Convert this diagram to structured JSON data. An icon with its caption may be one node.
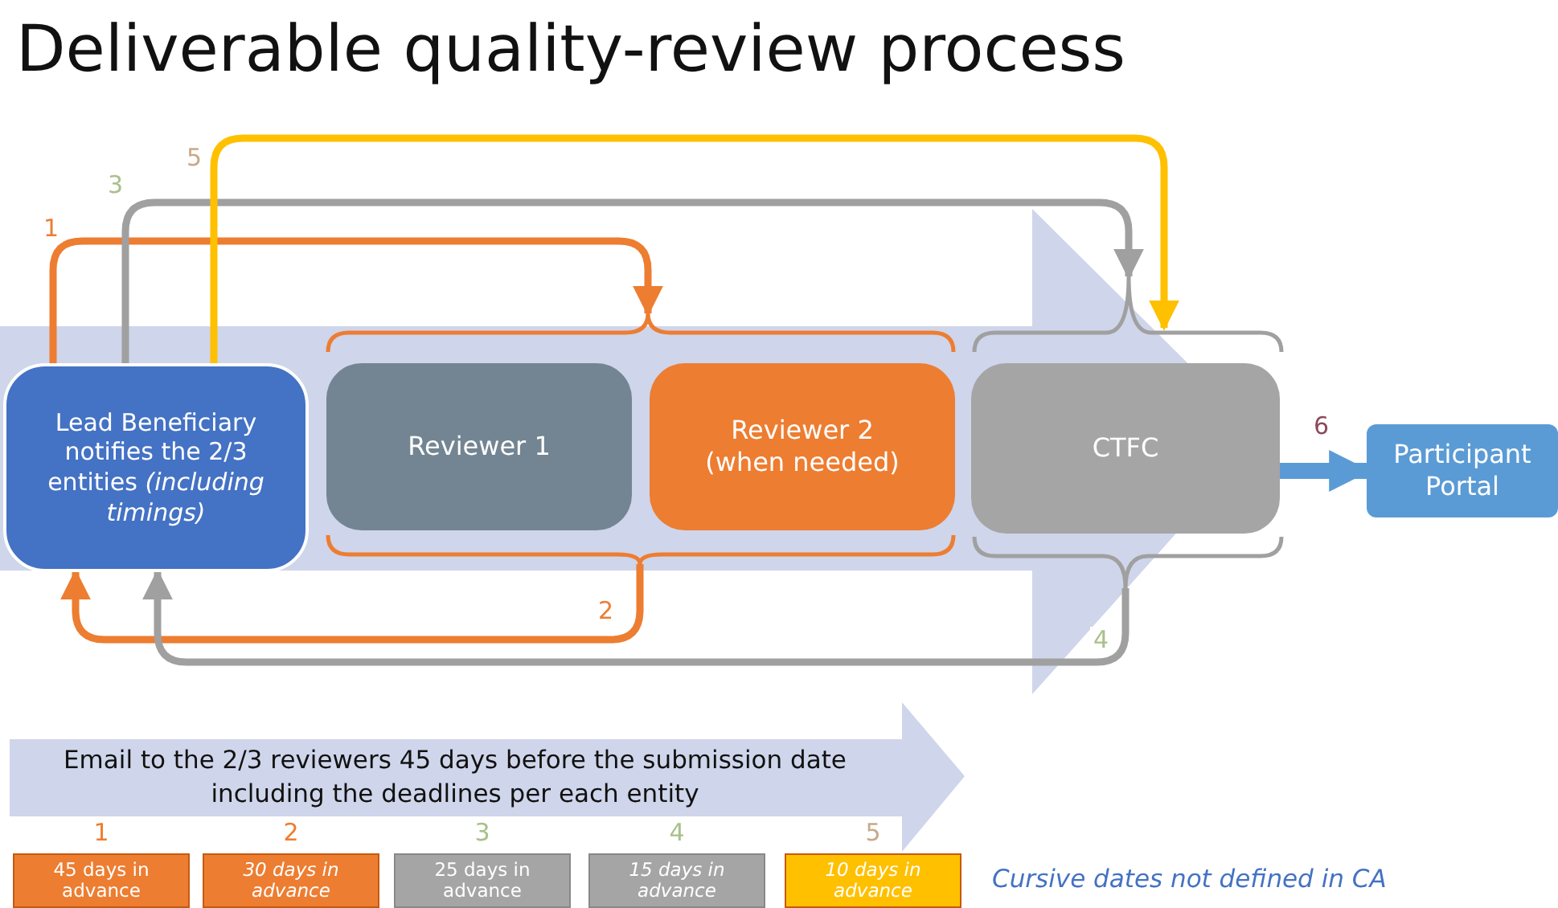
{
  "diagram": {
    "title": "Deliverable quality-review process",
    "nodes": [
      {
        "text": [
          "Lead Beneficiary notifies the 2/3 entities *(including timings)*"
        ]
      },
      {
        "text": [],
        "shape": "brace"
      },
      {
        "text": [
          "Reviewer 1"
        ]
      },
      {
        "text": [
          "Reviewer 2 (when needed)"
        ]
      },
      {
        "text": [],
        "shape": "brace"
      },
      {
        "text": [],
        "shape": "brace"
      },
      {
        "text": [
          "CTFC"
        ]
      },
      {
        "text": [],
        "shape": "brace"
      },
      {
        "text": [
          "Participant Portal"
        ]
      },
      {
        "text": [
          "Email to the 2/3 reviewers 45 days before the submission date including the deadlines per each entity"
        ]
      },
      {
        "text": [
          "45 days in advance"
        ],
        "beside": [
          "1"
        ]
      },
      {
        "text": [
          "30 days in advance"
        ],
        "beside": [
          "2"
        ]
      },
      {
        "text": [
          "25 days in advance"
        ],
        "beside": [
          "3"
        ]
      },
      {
        "text": [
          "15 days in advance"
        ],
        "beside": [
          "4"
        ]
      },
      {
        "text": [
          "10 days in advance"
        ],
        "beside": [
          "5"
        ]
      }
    ],
    "edges": [
      {
        "from": 0,
        "to": 1,
        "arrow": "to",
        "label": "1",
        "color": "#ed7d31"
      },
      {
        "from": 4,
        "to": 0,
        "arrow": "to",
        "label": "2",
        "color": "#ed7d31"
      },
      {
        "from": 0,
        "to": 5,
        "arrow": "to",
        "label": "3",
        "color": "#a0a0a0"
      },
      {
        "from": 7,
        "to": 0,
        "arrow": "to",
        "label": "4",
        "color": "#a0a0a0"
      },
      {
        "from": 0,
        "to": 5,
        "arrow": "to",
        "label": "5",
        "color": "#ffc000"
      },
      {
        "from": 6,
        "to": 8,
        "arrow": "to",
        "label": "6",
        "color": "#5b9bd5",
        "style": "thick"
      }
    ],
    "labels": [
      "Cursive dates not defined in CA"
    ]
  }
}
